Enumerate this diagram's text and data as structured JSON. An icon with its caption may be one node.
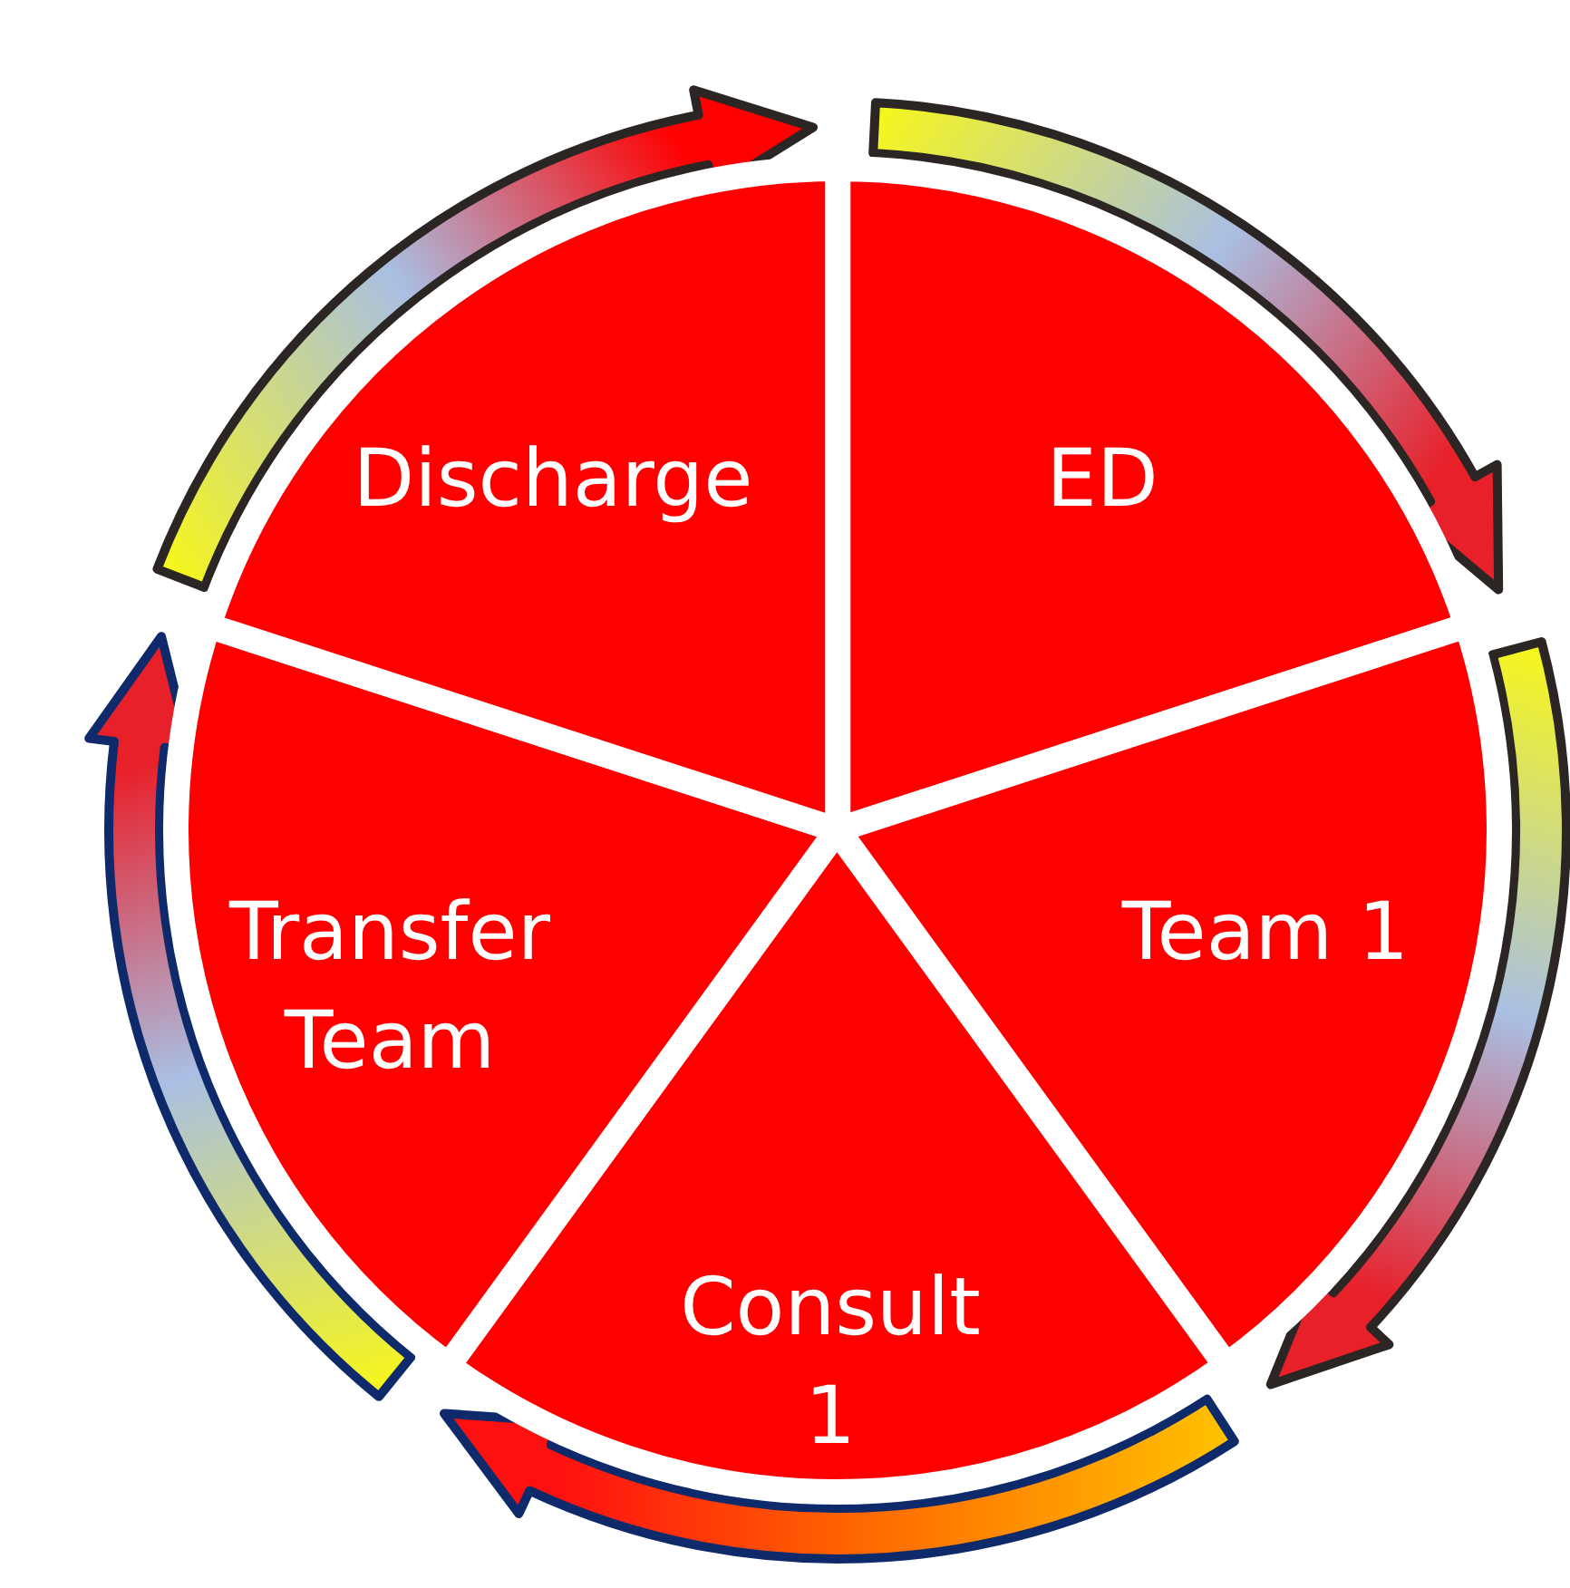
{
  "diagram": {
    "nodes": [
      {
        "text": [
          "ED"
        ]
      },
      {
        "text": [
          "Team 1"
        ]
      },
      {
        "text": [
          "Consult 1"
        ]
      },
      {
        "text": [
          "Transfer Team"
        ]
      },
      {
        "text": [
          "Discharge"
        ]
      }
    ],
    "edges": [
      {
        "from": 0,
        "to": 1,
        "arrow": "to"
      },
      {
        "from": 1,
        "to": 2,
        "arrow": "to"
      },
      {
        "from": 2,
        "to": 3,
        "arrow": "to",
        "color": "#0e2a6b"
      },
      {
        "from": 3,
        "to": 4,
        "arrow": "to",
        "color": "#0e2a6b"
      },
      {
        "from": 4,
        "to": 0,
        "arrow": "to"
      }
    ]
  }
}
